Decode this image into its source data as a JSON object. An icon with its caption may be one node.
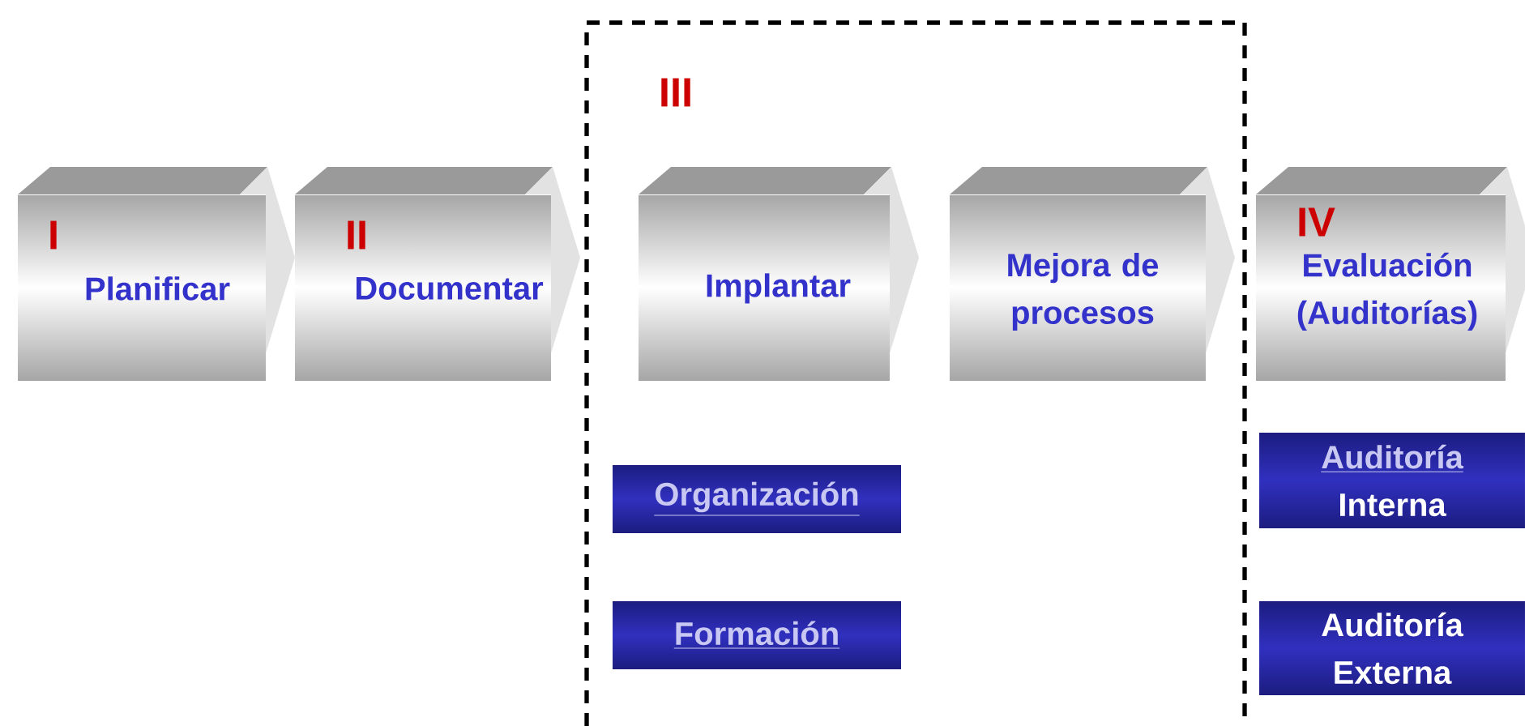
{
  "diagram": {
    "nodes": [
      {
        "text": [
          "I",
          "Planificar"
        ]
      },
      {
        "text": [
          "II",
          "Documentar"
        ]
      },
      {
        "text": [
          "III"
        ]
      },
      {
        "text": [
          "Implantar"
        ],
        "in": 2
      },
      {
        "text": [
          "Mejora de procesos"
        ],
        "in": 2
      },
      {
        "text": [
          "IV",
          "Evaluación (Auditorías)"
        ]
      },
      {
        "text": [
          "Organización"
        ],
        "in": 2
      },
      {
        "text": [
          "Formación"
        ],
        "in": 2
      },
      {
        "text": [
          "Auditoría",
          "Interna"
        ]
      },
      {
        "text": [
          "Auditoría Externa"
        ]
      }
    ]
  }
}
